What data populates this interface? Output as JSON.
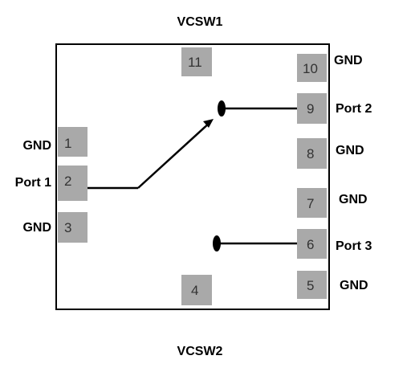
{
  "title_top": "VCSW1",
  "title_bottom": "VCSW2",
  "colors": {
    "pin_fill": "#a9a9a9",
    "pin_text": "#333333",
    "stroke": "#000000",
    "background": "#ffffff"
  },
  "pins": [
    {
      "id": "pin1",
      "number": "1",
      "label": "GND"
    },
    {
      "id": "pin2",
      "number": "2",
      "label": "Port 1"
    },
    {
      "id": "pin3",
      "number": "3",
      "label": "GND"
    },
    {
      "id": "pin4",
      "number": "4",
      "label": ""
    },
    {
      "id": "pin5",
      "number": "5",
      "label": "GND"
    },
    {
      "id": "pin6",
      "number": "6",
      "label": "Port 3"
    },
    {
      "id": "pin7",
      "number": "7",
      "label": "GND"
    },
    {
      "id": "pin8",
      "number": "8",
      "label": "GND"
    },
    {
      "id": "pin9",
      "number": "9",
      "label": "Port 2"
    },
    {
      "id": "pin10",
      "number": "10",
      "label": "GND"
    },
    {
      "id": "pin11",
      "number": "11",
      "label": ""
    }
  ]
}
